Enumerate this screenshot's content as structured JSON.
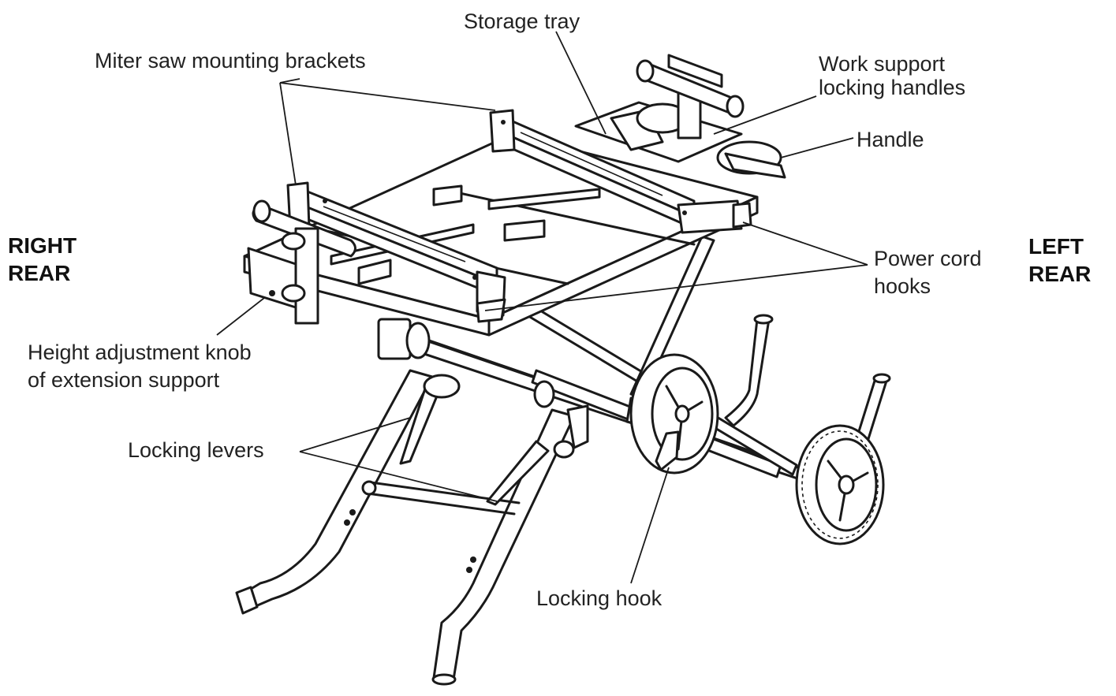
{
  "labels": {
    "storage_tray": "Storage tray",
    "miter_brackets": "Miter saw mounting brackets",
    "work_support_l1": "Work support",
    "work_support_l2": "locking handles",
    "handle": "Handle",
    "power_cord_l1": "Power cord",
    "power_cord_l2": "hooks",
    "height_knob_l1": "Height adjustment knob",
    "height_knob_l2": "of extension support",
    "locking_levers": "Locking levers",
    "locking_hook": "Locking hook"
  },
  "sides": {
    "right_l1": "RIGHT",
    "right_l2": "REAR",
    "left_l1": "LEFT",
    "left_l2": "REAR"
  },
  "colors": {
    "line": "#1a1a1a",
    "background": "#ffffff"
  }
}
